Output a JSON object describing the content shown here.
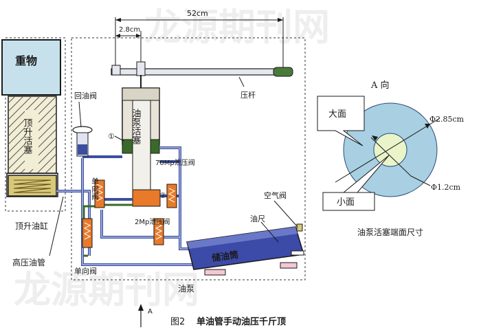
{
  "watermark": "龙源期刊网",
  "caption": {
    "figure_no": "图2",
    "title": "单油管手动油压千斤顶"
  },
  "direction_marker": "A",
  "dimensions": {
    "lever_length": "52cm",
    "short_arm": "2.8cm"
  },
  "left": {
    "load": "重物",
    "jack_piston": "顶升活塞",
    "jack_cylinder": "顶升油缸",
    "high_pressure_pipe": "高压油管"
  },
  "center": {
    "return_valve": "回油阀",
    "pump_piston": "油泵活塞",
    "lever": "压杆",
    "check_valve_1": "单向阀",
    "check_valve_2": "单向阀",
    "relief_70": "70Mp泄压阀",
    "relief_2": "2Mp泄压阀",
    "marker_1": "①",
    "marker_2": "②",
    "reservoir": "储油筒",
    "dipstick": "油尺",
    "air_valve": "空气阀",
    "pump": "油泵"
  },
  "view_a": {
    "title": "A 向",
    "large_face": "大面",
    "small_face": "小面",
    "outer_dia": "Φ2.85cm",
    "inner_dia": "Φ1.2cm",
    "caption": "油泵活塞端面尺寸"
  },
  "colors": {
    "outline": "#1a1a1a",
    "pipe_blue": "#3a4fa0",
    "pipe_light": "#b7bde6",
    "pump_green": "#3a6a2a",
    "pump_body": "#e8e4d8",
    "reservoir": "#3c4aa8",
    "orange": "#e87a2a",
    "face_outer": "#a8cfe2",
    "face_inner": "#e9f4c9",
    "load_fill": "#c6e1ec",
    "piston_yellow": "#d8c87a",
    "spring_yellow": "#e8d850"
  }
}
